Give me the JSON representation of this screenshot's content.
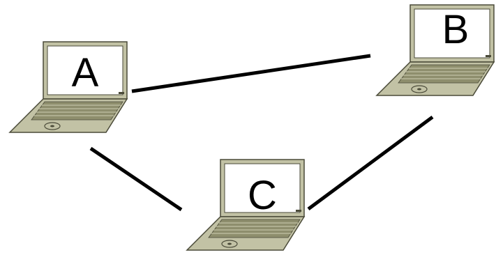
{
  "diagram": {
    "colors": {
      "body": "#c2c2a5",
      "body_stroke": "#4a4a38",
      "screen": "#ffffff",
      "keys": "#8e8e6d",
      "link": "#000000"
    },
    "nodes": [
      {
        "id": "a",
        "label": "A",
        "icon": "laptop-icon"
      },
      {
        "id": "b",
        "label": "B",
        "icon": "laptop-icon"
      },
      {
        "id": "c",
        "label": "C",
        "icon": "laptop-icon"
      }
    ],
    "links": [
      {
        "from": "A",
        "to": "B"
      },
      {
        "from": "A",
        "to": "C"
      },
      {
        "from": "B",
        "to": "C"
      }
    ]
  }
}
